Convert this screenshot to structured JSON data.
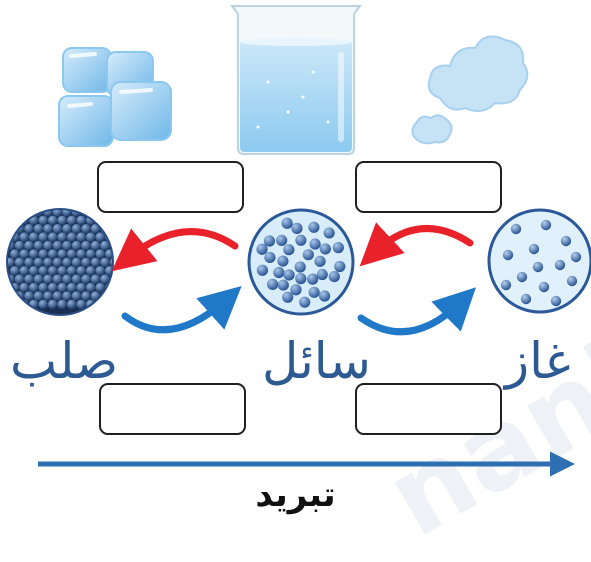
{
  "states": {
    "solid": "صلب",
    "liquid": "سائل",
    "gas": "غاز"
  },
  "caption": "تبريد",
  "watermark": "nanj",
  "colors": {
    "red_arrow": "#e8212a",
    "blue_arrow": "#1f78c8",
    "label_blue": "#2d5a93",
    "timeline": "#2d6fb0"
  },
  "icons": {
    "solid_image": "ice-cubes-icon",
    "liquid_image": "water-beaker-icon",
    "gas_image": "cloud-icon"
  }
}
